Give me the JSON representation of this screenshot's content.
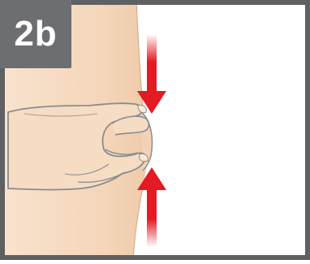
{
  "step": {
    "label": "2b"
  },
  "colors": {
    "frame_border": "#5f6062",
    "badge_background": "#6d6e71",
    "skin": "#f6dcc3",
    "skin_shadow": "#eccaa9",
    "outline": "#8a8c8f",
    "arrow": "#e31b23",
    "background": "#ffffff"
  },
  "illustration": {
    "subject": "hand pinching",
    "arrows": [
      "arrow-down",
      "arrow-up"
    ]
  }
}
